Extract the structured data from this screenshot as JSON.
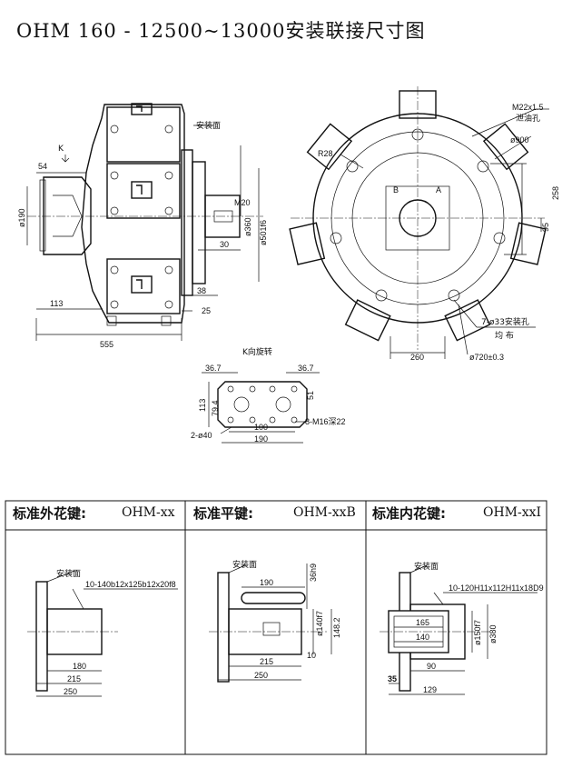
{
  "title": "OHM 160 - 12500~13000安装联接尺寸图",
  "side_view": {
    "k_label": "K",
    "mounting_face": "安装面",
    "dims": {
      "d54": "54",
      "d190": "ø190",
      "d113": "113",
      "d555": "555",
      "m20": "M20",
      "d360": "ø360",
      "d501": "ø501f6",
      "d30": "30",
      "d38": "38",
      "d25": "25"
    }
  },
  "front_view": {
    "m22": "M22x1.5",
    "drain": "泄油孔",
    "d900": "ø900",
    "r28": "R28",
    "d258": "258",
    "d95": "95",
    "holes": "7-ø33安装孔",
    "uniform": "均 布",
    "d260": "260",
    "d720": "ø720±0.3",
    "port_a": "A",
    "port_b": "B"
  },
  "k_view": {
    "title": "K向旋转",
    "d36a": "36.7",
    "d36b": "36.7",
    "d113": "113",
    "d79": "79.4",
    "d51": "51",
    "d100": "100",
    "d190": "190",
    "holes2": "2-ø40",
    "m16": "8-M16深22"
  },
  "table": {
    "col1_name": "标准外花键:",
    "col1_code": "OHM-xx",
    "col2_name": "标准平键:",
    "col2_code": "OHM-xxB",
    "col3_name": "标准内花键:",
    "col3_code": "OHM-xxI"
  },
  "panel1": {
    "face": "安装面",
    "spline": "10-140b12x125b12x20f8",
    "d180": "180",
    "d215": "215",
    "d250": "250"
  },
  "panel2": {
    "face": "安装面",
    "d190": "190",
    "d36": "36h9",
    "d140": "ø140f7",
    "d148": "148.2",
    "d10": "10",
    "d215": "215",
    "d250": "250"
  },
  "panel3": {
    "face": "安装面",
    "spline": "10-120H11x112H11x18D9",
    "d165": "165",
    "d140": "140",
    "d150": "ø150f7",
    "d380": "ø380",
    "d90": "90",
    "d35": "35",
    "d129": "129"
  }
}
